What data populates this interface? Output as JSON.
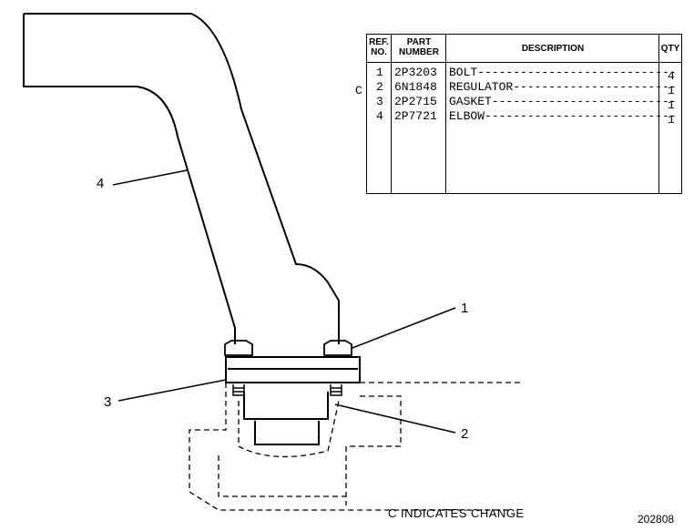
{
  "table": {
    "headers": {
      "ref_no": "REF. NO.",
      "part_number": "PART NUMBER",
      "description": "DESCRIPTION",
      "qty": "QTY"
    },
    "rows": [
      {
        "change": "",
        "ref": "1",
        "part": "2P3203",
        "desc": "BOLT----------------------------",
        "qty": "4"
      },
      {
        "change": "C",
        "ref": "2",
        "part": "6N1848",
        "desc": "REGULATOR-----------------------",
        "qty": "1"
      },
      {
        "change": "",
        "ref": "3",
        "part": "2P2715",
        "desc": "GASKET--------------------------",
        "qty": "1"
      },
      {
        "change": "",
        "ref": "4",
        "part": "2P7721",
        "desc": "ELBOW---------------------------",
        "qty": "1"
      }
    ]
  },
  "callouts": {
    "c1": "1",
    "c2": "2",
    "c3": "3",
    "c4": "4"
  },
  "footer": {
    "note": "C INDICATES CHANGE",
    "drawing_number": "202808"
  }
}
